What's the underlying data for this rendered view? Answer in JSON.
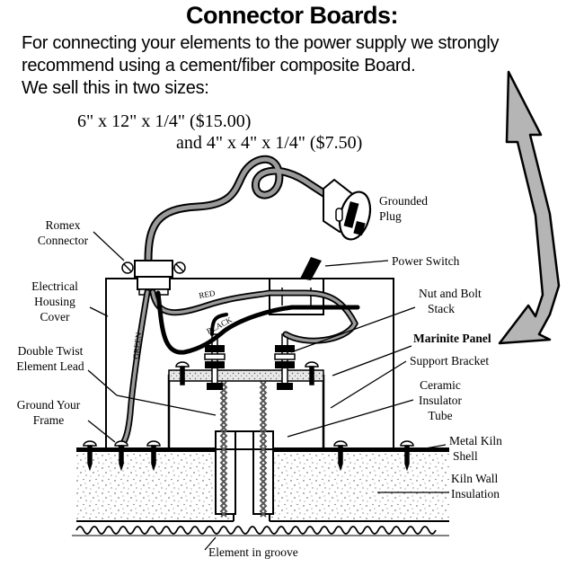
{
  "title": "Connector Boards:",
  "intro": {
    "line1": "For connecting your elements to the  power supply we strongly",
    "line2": "recommend using a cement/fiber composite Board.",
    "line3": "We sell this in two sizes:"
  },
  "sizes": {
    "size1": "6\" x 12\" x 1/4\" ($15.00)",
    "size2": "and  4\" x 4\" x 1/4\" ($7.50)"
  },
  "labels": {
    "grounded_plug_1": "Grounded",
    "grounded_plug_2": "Plug",
    "romex_1": "Romex",
    "romex_2": "Connector",
    "power_switch": "Power Switch",
    "housing_1": "Electrical",
    "housing_2": "Housing",
    "housing_3": "Cover",
    "nut_bolt_1": "Nut and Bolt",
    "nut_bolt_2": "Stack",
    "marinite": "Marinite Panel",
    "double_twist_1": "Double Twist",
    "double_twist_2": "Element Lead",
    "support_bracket": "Support Bracket",
    "ceramic_1": "Ceramic",
    "ceramic_2": "Insulator",
    "ceramic_3": "Tube",
    "ground_frame_1": "Ground Your",
    "ground_frame_2": "Frame",
    "metal_shell_1": "Metal Kiln",
    "metal_shell_2": "Shell",
    "kiln_wall_1": "Kiln Wall",
    "kiln_wall_2": "Insulation",
    "element_groove": "Element in groove"
  },
  "wire_labels": {
    "red": "RED",
    "black": "BLACK",
    "green": "GREEN"
  }
}
